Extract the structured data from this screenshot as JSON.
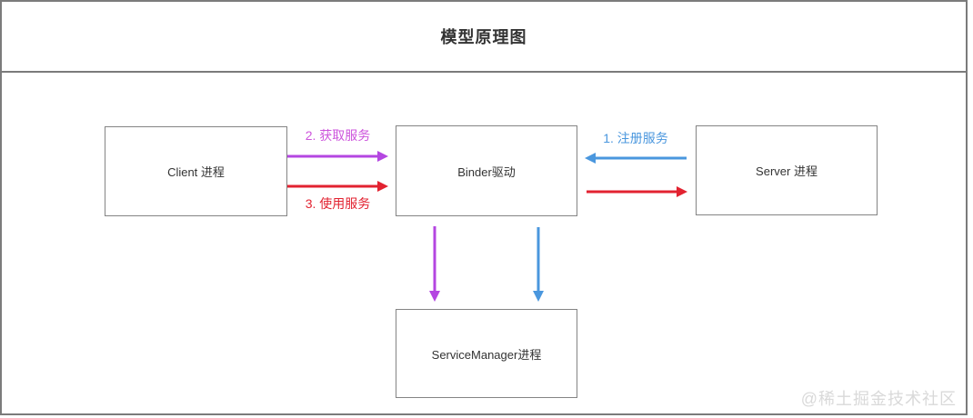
{
  "page": {
    "title": "模型原理图",
    "watermark": "@稀土掘金技术社区"
  },
  "nodes": {
    "client": {
      "label": "Client 进程"
    },
    "binder": {
      "label": "Binder驱动"
    },
    "server": {
      "label": "Server 进程"
    },
    "service_manager": {
      "label": "ServiceManager进程"
    }
  },
  "edges": {
    "register": {
      "label": "1. 注册服务",
      "from": "Server 进程",
      "to": "Binder驱动",
      "color": "#4a97de"
    },
    "acquire": {
      "label": "2. 获取服务",
      "from": "Client 进程",
      "to": "Binder驱动",
      "color": "#b446e1"
    },
    "use": {
      "label": "3. 使用服务",
      "from": "Client 进程",
      "to": "Binder驱动",
      "color": "#e22230"
    },
    "binder_to_server": {
      "from": "Binder驱动",
      "to": "Server 进程",
      "color": "#e22230"
    },
    "binder_to_service_manager_acquire": {
      "from": "Binder驱动",
      "to": "ServiceManager进程",
      "color": "#b446e1"
    },
    "binder_to_service_manager_register": {
      "from": "Binder驱动",
      "to": "ServiceManager进程",
      "color": "#4a97de"
    }
  },
  "colors": {
    "purple": "#b446e1",
    "purple_label": "#cd55dc",
    "red": "#e22230",
    "blue": "#4a97de",
    "box_border": "#848484",
    "frame_border": "#7b7b7b",
    "title_text": "#333333",
    "node_text": "#333333",
    "watermark_text": "#d9d9d9"
  }
}
